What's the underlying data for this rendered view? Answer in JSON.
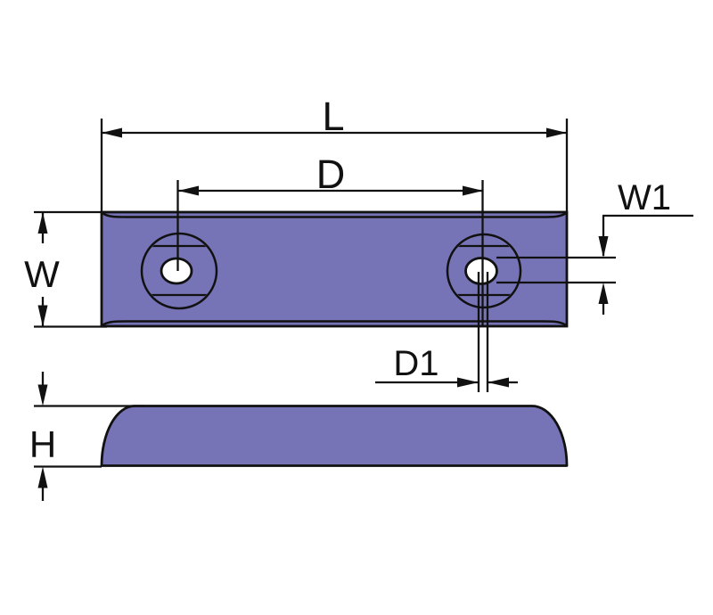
{
  "labels": {
    "length": "L",
    "hole_distance": "D",
    "width": "W",
    "slot_height": "W1",
    "slot_width": "D1",
    "thickness": "H"
  },
  "colors": {
    "plate_fill": "#7674B6",
    "line": "#111111",
    "hole_fill": "#FFFFFF",
    "background": "#FFFFFF"
  }
}
